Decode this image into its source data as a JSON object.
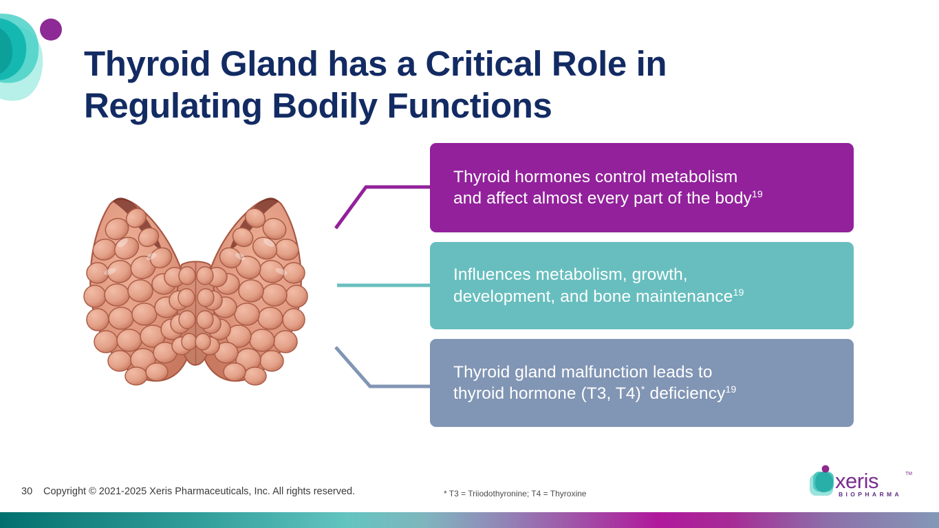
{
  "slide": {
    "title": "Thyroid Gland has a Critical Role in Regulating Bodily Functions",
    "title_line_1": "Thyroid Gland has a Critical Role in",
    "title_line_2": "Regulating Bodily Functions",
    "title_color": "#132B63",
    "background_color": "#ffffff"
  },
  "illustration": {
    "name": "thyroid-gland",
    "alt": "Illustration of a butterfly-shaped thyroid gland with two lobules-covered lobes",
    "primary_color": "#E09980",
    "shadow_color": "#C4705A",
    "outline_color": "#A85843"
  },
  "callouts": [
    {
      "id": "callout-1",
      "text": "Thyroid hormones control metabolism and affect almost every part of the body",
      "line_1": "Thyroid hormones control metabolism",
      "line_2": "and affect almost every part of the body",
      "superscript": "19",
      "color": "#92219B",
      "text_color": "#ffffff",
      "connector_shape": "diagonal-up"
    },
    {
      "id": "callout-2",
      "text": "Influences metabolism, growth, development, and bone maintenance",
      "line_1": "Influences metabolism, growth,",
      "line_2": "development, and bone maintenance",
      "superscript": "19",
      "color": "#68BEBE",
      "text_color": "#ffffff",
      "connector_shape": "straight"
    },
    {
      "id": "callout-3",
      "text": "Thyroid gland malfunction leads to thyroid hormone (T3, T4)* deficiency",
      "line_1": "Thyroid gland malfunction leads to",
      "line_2_a": "thyroid hormone (T3, T4)",
      "line_2_asterisk": "*",
      "line_2_b": " deficiency",
      "superscript": "19",
      "color": "#8195B4",
      "text_color": "#ffffff",
      "connector_shape": "diagonal-down"
    }
  ],
  "footer": {
    "page_number": "30",
    "copyright": "Copyright © 2021-2025 Xeris Pharmaceuticals, Inc. All rights reserved.",
    "footnote": "* T3 = Triiodothyronine; T4 = Thyroxine"
  },
  "logo": {
    "wordmark": "xeris",
    "trademark": "TM",
    "tagline": "BIOPHARMA",
    "wordmark_color": "#7B2C8F",
    "tagline_color": "#5B2A80",
    "mark_colors": [
      "#9BE3DC",
      "#4FC7C0",
      "#2AAFA8",
      "#8E2A8E"
    ]
  },
  "decor": {
    "blob_colors": [
      "#A9EDE4",
      "#45CFC6",
      "#0FB5AE",
      "#0C9B97"
    ],
    "dot_color": "#8E2A96"
  },
  "gradient_bar": {
    "stops": [
      "#00706E",
      "#33A09C",
      "#63C4C0",
      "#8E8FB9",
      "#B0189C",
      "#8498B7"
    ]
  }
}
